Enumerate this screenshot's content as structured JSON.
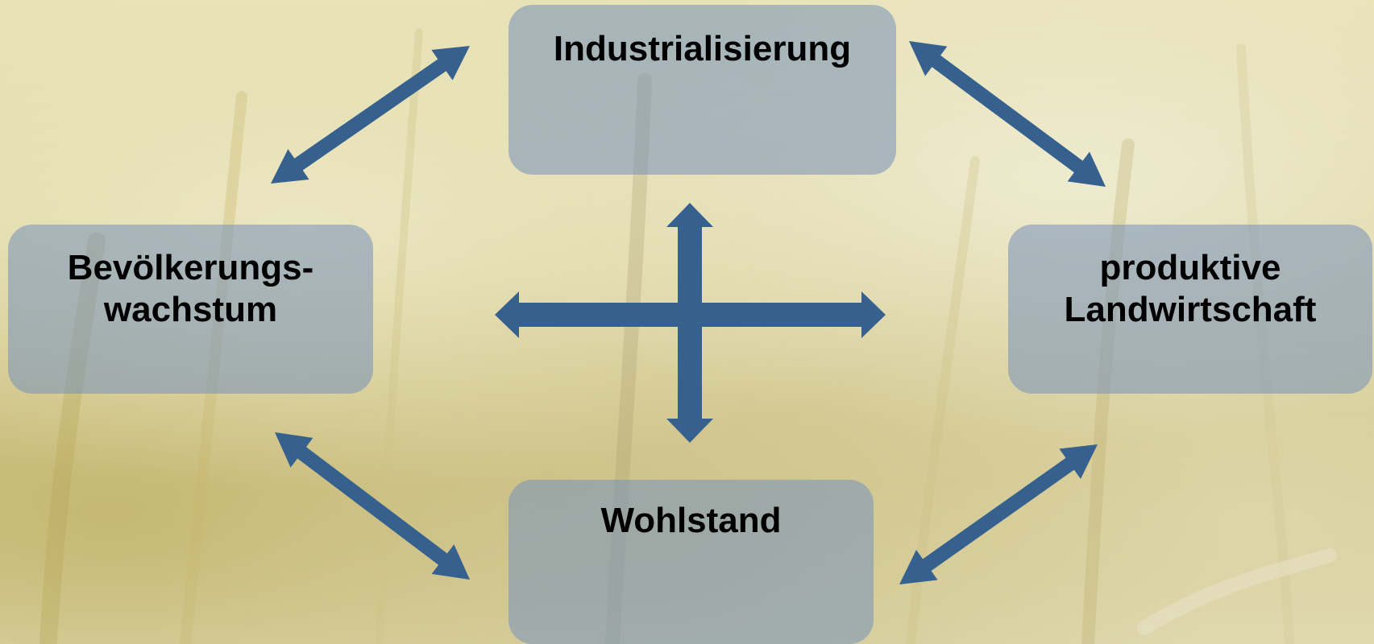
{
  "nodes": {
    "top": {
      "label": "Industrialisierung"
    },
    "left": {
      "line1": "Bevölkerungs-",
      "line2": "wachstum"
    },
    "right": {
      "line1": "produktive",
      "line2": "Landwirtschaft"
    },
    "bottom": {
      "label": "Wohlstand"
    }
  },
  "colors": {
    "arrow": "#36618f",
    "node_fill": "#7a94b8",
    "text": "#000000"
  }
}
